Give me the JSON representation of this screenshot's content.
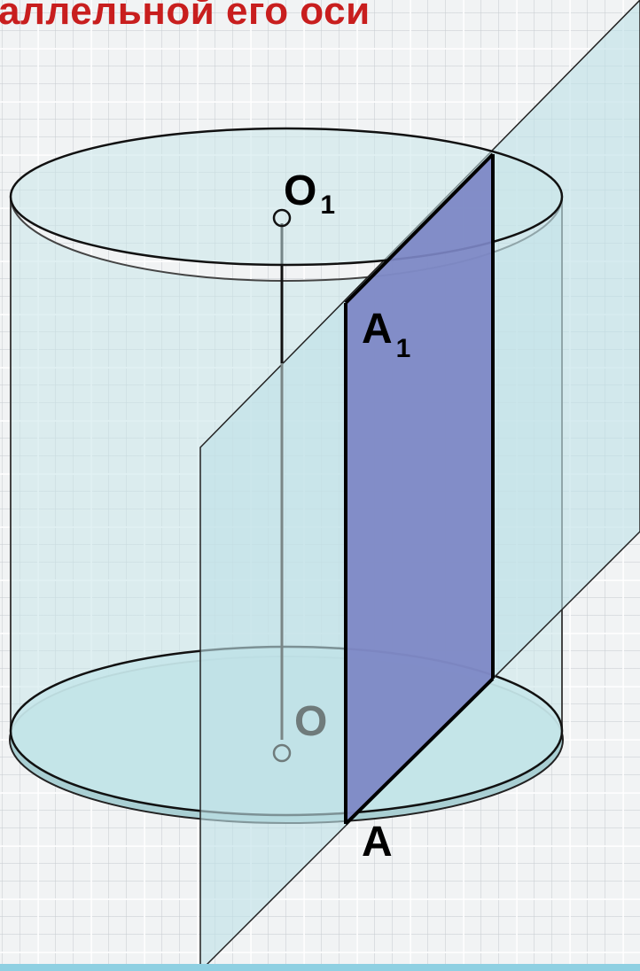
{
  "title": "аллельной его оси",
  "labels": {
    "o1_main": "O",
    "o1_sub": "1",
    "a1_main": "A",
    "a1_sub": "1",
    "o_main": "O",
    "a_main": "A"
  },
  "colors": {
    "title": "#c81e1e",
    "cylinder_fill": "#c9e6ea",
    "plane_fill": "#bfe1e6",
    "section_fill": "#7c86c4",
    "edge": "#000000",
    "axis_label_dim": "#6f7b7b"
  },
  "icons": [
    "point-o1-icon",
    "point-o-icon"
  ]
}
